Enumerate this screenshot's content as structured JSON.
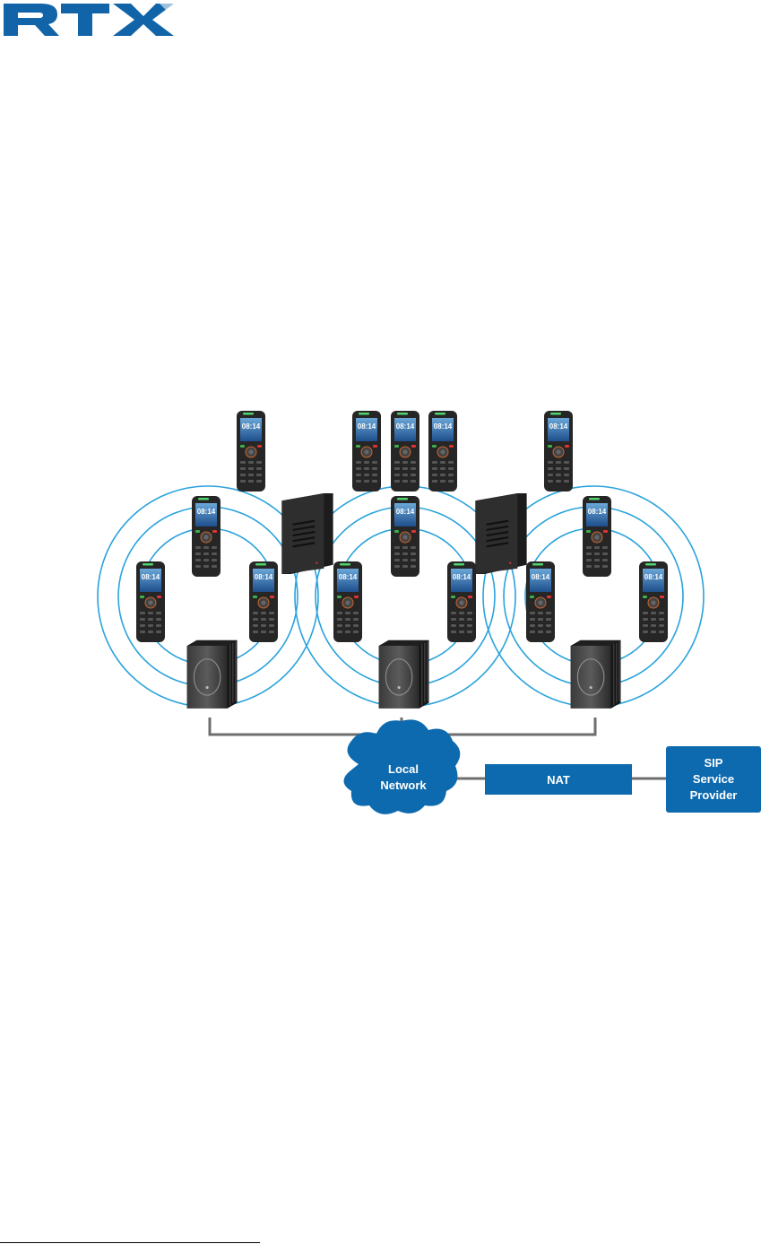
{
  "header": {
    "logo_text": "RTX"
  },
  "diagram": {
    "nodes": {
      "cloud": {
        "lines": [
          "Local",
          "Network"
        ]
      },
      "nat": {
        "label": "NAT"
      },
      "sip": {
        "lines": [
          "SIP",
          "Service",
          "Provider"
        ]
      }
    },
    "handset_display": "08:14",
    "colors": {
      "brand_blue": "#1264a8",
      "box_blue": "#0d6aae",
      "ring_blue": "#2aa3dc",
      "link_gray": "#6e6e6e",
      "device_dark": "#2c2c2c"
    },
    "icon_names": [
      "handset-icon",
      "base-station-icon",
      "repeater-icon",
      "cloud-icon"
    ]
  }
}
